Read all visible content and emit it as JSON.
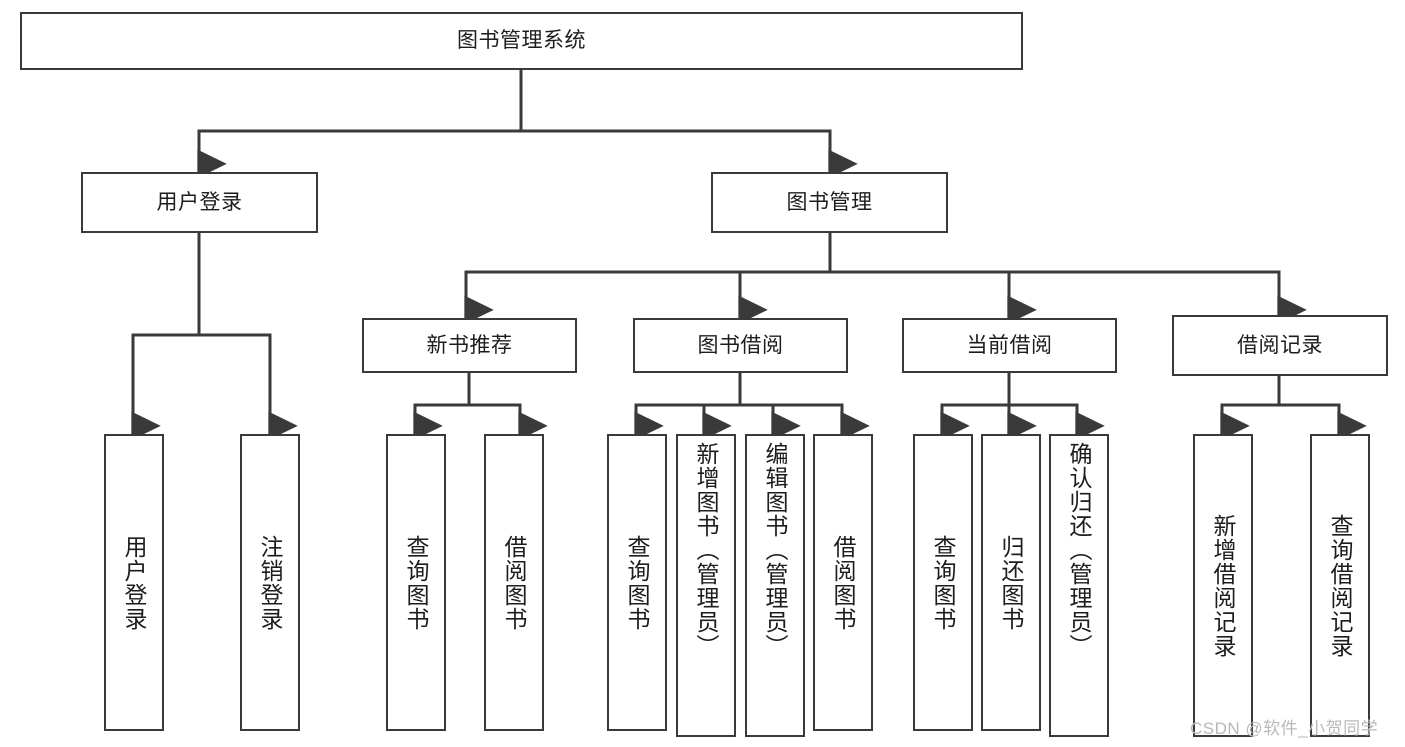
{
  "diagram": {
    "type": "tree-hierarchy-chart",
    "title_text": "图书管理系统",
    "colors": {
      "background": "#ffffff",
      "stroke": "#3a3a3a",
      "text": "#1d1d1d",
      "watermark": "#b9b9b9"
    },
    "root": {
      "label": "图书管理系统"
    },
    "level2": [
      {
        "label": "用户登录"
      },
      {
        "label": "图书管理"
      }
    ],
    "level3": [
      {
        "label": "新书推荐"
      },
      {
        "label": "图书借阅"
      },
      {
        "label": "当前借阅"
      },
      {
        "label": "借阅记录"
      }
    ],
    "leaves": {
      "user_login": [
        {
          "label": "用户登录"
        },
        {
          "label": "注销登录"
        }
      ],
      "new_book_recommend": [
        {
          "label": "查询图书"
        },
        {
          "label": "借阅图书"
        }
      ],
      "book_borrow": [
        {
          "label": "查询图书"
        },
        {
          "label": "新增图书（管理员）"
        },
        {
          "label": "编辑图书（管理员）"
        },
        {
          "label": "借阅图书"
        }
      ],
      "current_borrow": [
        {
          "label": "查询图书"
        },
        {
          "label": "归还图书"
        },
        {
          "label": "确认归还（管理员）"
        }
      ],
      "borrow_record": [
        {
          "label": "新增借阅记录"
        },
        {
          "label": "查询借阅记录"
        }
      ]
    },
    "watermark": "CSDN @软件_小贺同学"
  }
}
